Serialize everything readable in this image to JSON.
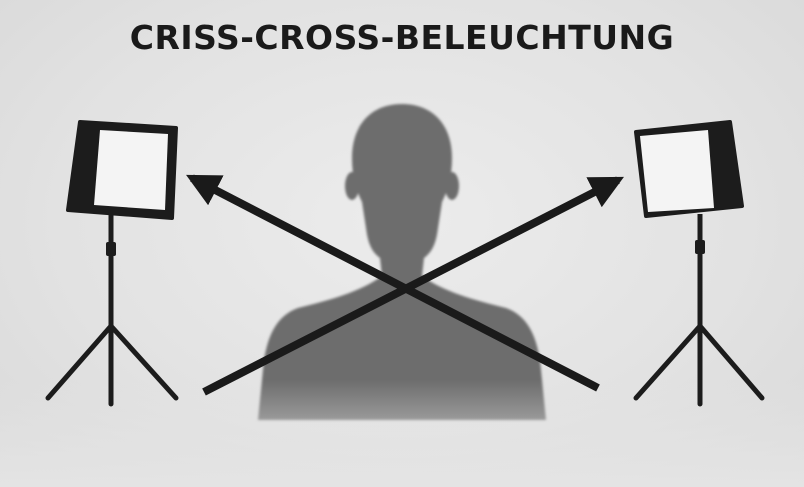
{
  "title": "CRISS-CROSS-BELEUCHTUNG",
  "colors": {
    "background": "#e4e4e4",
    "silhouette": "#6e6e6e",
    "arrow": "#1a1a1a",
    "light_body": "#1c1c1c",
    "softbox_face": "#f4f4f4"
  },
  "elements": {
    "left_light": "softbox-light-left",
    "right_light": "softbox-light-right",
    "subject": "person-silhouette",
    "arrow_a": "arrow-bottom-left-to-top-right",
    "arrow_b": "arrow-bottom-right-to-top-left"
  }
}
